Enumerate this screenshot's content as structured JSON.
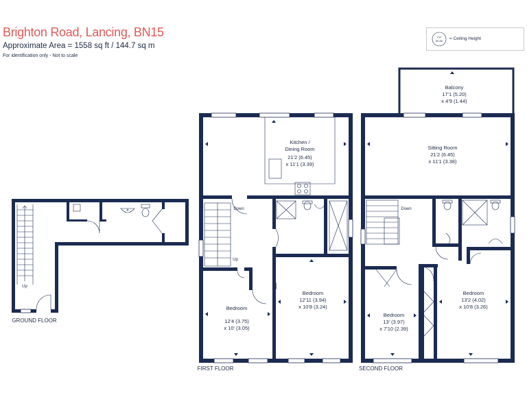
{
  "header": {
    "title": "Brighton Road, Lancing, BN15",
    "area": "Approximate Area = 1558 sq ft / 144.7 sq m",
    "note": "For identification only - Not to scale"
  },
  "legend": {
    "icon_line1": "CH",
    "icon_line2": "#0.##",
    "label": "= Ceiling Height"
  },
  "floors": {
    "ground": "GROUND FLOOR",
    "first": "FIRST FLOOR",
    "second": "SECOND FLOOR"
  },
  "rooms": {
    "kitchen": {
      "name1": "Kitchen /",
      "name2": "Dining Room",
      "dim1": "21'2 (6.45)",
      "dim2": "x 11'1 (3.39)"
    },
    "bedroom_ff_left": {
      "name": "Bedroom",
      "dim1": "12'4 (3.75)",
      "dim2": "x 10' (3.05)"
    },
    "bedroom_ff_right": {
      "name": "Bedroom",
      "dim1": "12'11 (3.94)",
      "dim2": "x 10'8 (3.24)"
    },
    "balcony": {
      "name": "Balcony",
      "dim1": "17'1 (5.20)",
      "dim2": "x 4'9 (1.44)"
    },
    "sitting": {
      "name": "Sitting Room",
      "dim1": "21'2 (6.45)",
      "dim2": "x 11'1 (3.38)"
    },
    "bedroom_sf_left": {
      "name": "Bedroom",
      "dim1": "13' (3.97)",
      "dim2": "x 7'10 (2.39)"
    },
    "bedroom_sf_right": {
      "name": "Bedroom",
      "dim1": "13'2 (4.02)",
      "dim2": "x 10'8 (3.26)"
    }
  },
  "stairs": {
    "ground_up": "Up",
    "first_down": "Down",
    "first_up": "Up",
    "second_down": "Down"
  },
  "colors": {
    "wall": "#1b2b52",
    "title": "#e05a57",
    "text": "#1d2a44"
  }
}
